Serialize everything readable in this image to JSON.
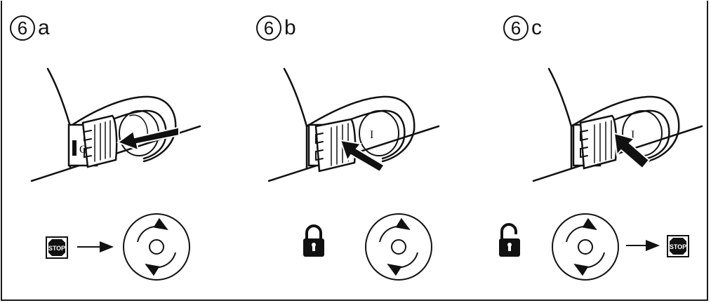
{
  "panels": [
    {
      "number": "6",
      "letter": "a",
      "switch_mark_left": "O",
      "switch_mark_right": "",
      "lock": "none",
      "stop_side": "left"
    },
    {
      "number": "6",
      "letter": "b",
      "switch_mark_left": "",
      "switch_mark_right": "I",
      "lock": "locked",
      "stop_side": "none"
    },
    {
      "number": "6",
      "letter": "c",
      "switch_mark_left": "",
      "switch_mark_right": "I",
      "lock": "unlocked",
      "stop_side": "right"
    }
  ],
  "stop_sign_text": "STOP",
  "colors": {
    "ink": "#111111",
    "background": "#ffffff",
    "frame": "#1a1a1a"
  },
  "icons": [
    "stop-sign-icon",
    "arrow-right-icon",
    "rotation-dial-icon",
    "padlock-locked-icon",
    "padlock-unlocked-icon",
    "push-arrow-icon"
  ]
}
